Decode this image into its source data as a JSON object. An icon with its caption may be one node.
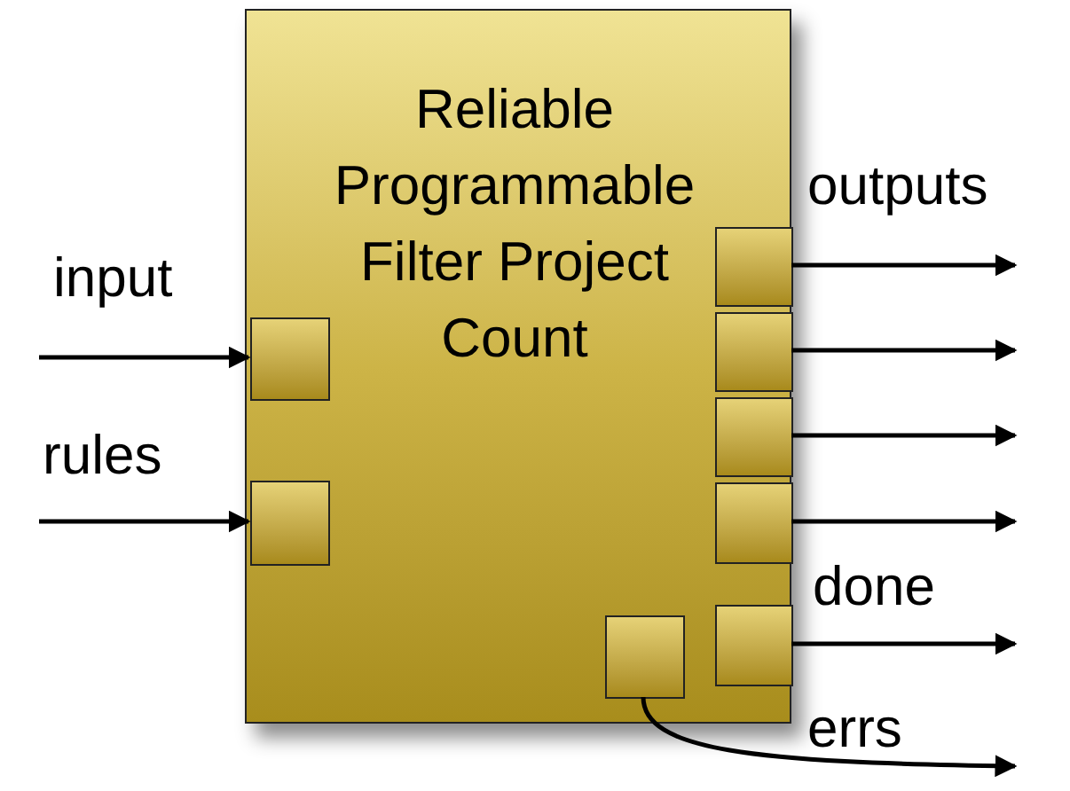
{
  "diagram": {
    "nodes": [
      {
        "text": [
          "Reliable Programmable Filter Project Count"
        ]
      },
      {
        "text": [],
        "shape": "box",
        "in": 0
      },
      {
        "text": [],
        "shape": "box",
        "in": 0
      },
      {
        "text": [],
        "shape": "box",
        "in": 0
      },
      {
        "text": [],
        "shape": "box",
        "in": 0
      },
      {
        "text": [],
        "shape": "box",
        "in": 0
      },
      {
        "text": [],
        "shape": "box",
        "in": 0
      },
      {
        "text": [],
        "shape": "box",
        "in": 0
      },
      {
        "text": [],
        "shape": "box",
        "in": 0
      }
    ],
    "edges": [
      {
        "from": null,
        "to": 1,
        "arrow": "to"
      },
      {
        "from": null,
        "to": 2,
        "arrow": "to"
      },
      {
        "from": 3,
        "to": null,
        "arrow": "to"
      },
      {
        "from": 4,
        "to": null,
        "arrow": "to"
      },
      {
        "from": 5,
        "to": null,
        "arrow": "to"
      },
      {
        "from": 6,
        "to": null,
        "arrow": "to"
      },
      {
        "from": 7,
        "to": null,
        "arrow": "to"
      },
      {
        "from": 8,
        "to": null,
        "arrow": "to"
      }
    ],
    "labels": [
      "input",
      "rules",
      "outputs",
      "done",
      "errs"
    ]
  }
}
